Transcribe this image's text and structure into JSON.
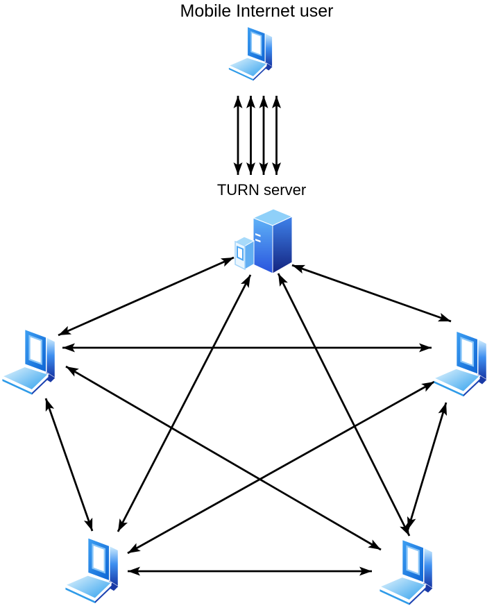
{
  "diagram": {
    "background": "#ffffff",
    "labels": {
      "mobile_user": "Mobile Internet user",
      "turn_server": "TURN server"
    },
    "nodes": [
      {
        "id": "mobile-internet-user",
        "label": "Mobile Internet user",
        "icon": "laptop"
      },
      {
        "id": "turn-server",
        "label": "TURN server",
        "icon": "server"
      },
      {
        "id": "peer-left",
        "label": "",
        "icon": "laptop"
      },
      {
        "id": "peer-right",
        "label": "",
        "icon": "laptop"
      },
      {
        "id": "peer-bottom-left",
        "label": "",
        "icon": "laptop"
      },
      {
        "id": "peer-bottom-right",
        "label": "",
        "icon": "laptop"
      }
    ],
    "connections": [
      {
        "from": "mobile-internet-user",
        "to": "turn-server",
        "bidirectional": true,
        "parallel_arrows": 4
      },
      {
        "from": "turn-server",
        "to": "peer-left",
        "bidirectional": true
      },
      {
        "from": "turn-server",
        "to": "peer-right",
        "bidirectional": true
      },
      {
        "from": "turn-server",
        "to": "peer-bottom-left",
        "bidirectional": true
      },
      {
        "from": "turn-server",
        "to": "peer-bottom-right",
        "bidirectional": true
      },
      {
        "from": "peer-left",
        "to": "peer-right",
        "bidirectional": true
      },
      {
        "from": "peer-left",
        "to": "peer-bottom-left",
        "bidirectional": true
      },
      {
        "from": "peer-left",
        "to": "peer-bottom-right",
        "bidirectional": true
      },
      {
        "from": "peer-right",
        "to": "peer-bottom-left",
        "bidirectional": true
      },
      {
        "from": "peer-right",
        "to": "peer-bottom-right",
        "bidirectional": true
      },
      {
        "from": "peer-bottom-left",
        "to": "peer-bottom-right",
        "bidirectional": true
      }
    ],
    "colors": {
      "line": "#000000",
      "laptop_frame_blue": "#1673E0",
      "laptop_light_blue": "#BBE5FB",
      "icon_navy": "#16289B",
      "background": "#ffffff"
    }
  }
}
